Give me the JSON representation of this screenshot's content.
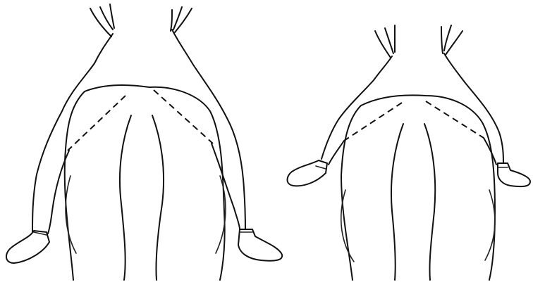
{
  "figure": {
    "panels": [
      {
        "name": "left-rider-illustration",
        "stance": "leg-wide"
      },
      {
        "name": "right-rider-illustration",
        "stance": "leg-short"
      }
    ],
    "colors": {
      "ink": "#111111",
      "background": "#ffffff"
    }
  }
}
